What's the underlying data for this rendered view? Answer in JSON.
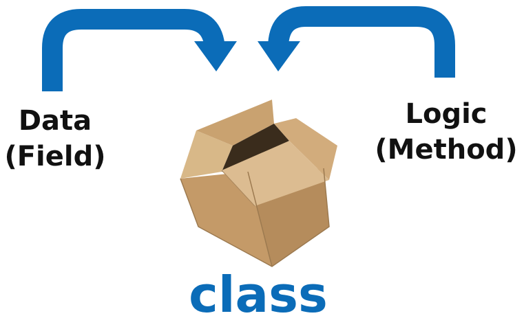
{
  "left_label": {
    "line1": "Data",
    "line2": "(Field)"
  },
  "right_label": {
    "line1": "Logic",
    "line2": "(Method)"
  },
  "center": {
    "title": "class",
    "object_icon": "cardboard-box-icon"
  },
  "colors": {
    "arrow": "#0b6cb8",
    "title": "#0b6cb8",
    "label_text": "#111111",
    "box_main": "#c9a67a",
    "box_dark": "#a9865c",
    "box_light": "#dcbc91"
  }
}
